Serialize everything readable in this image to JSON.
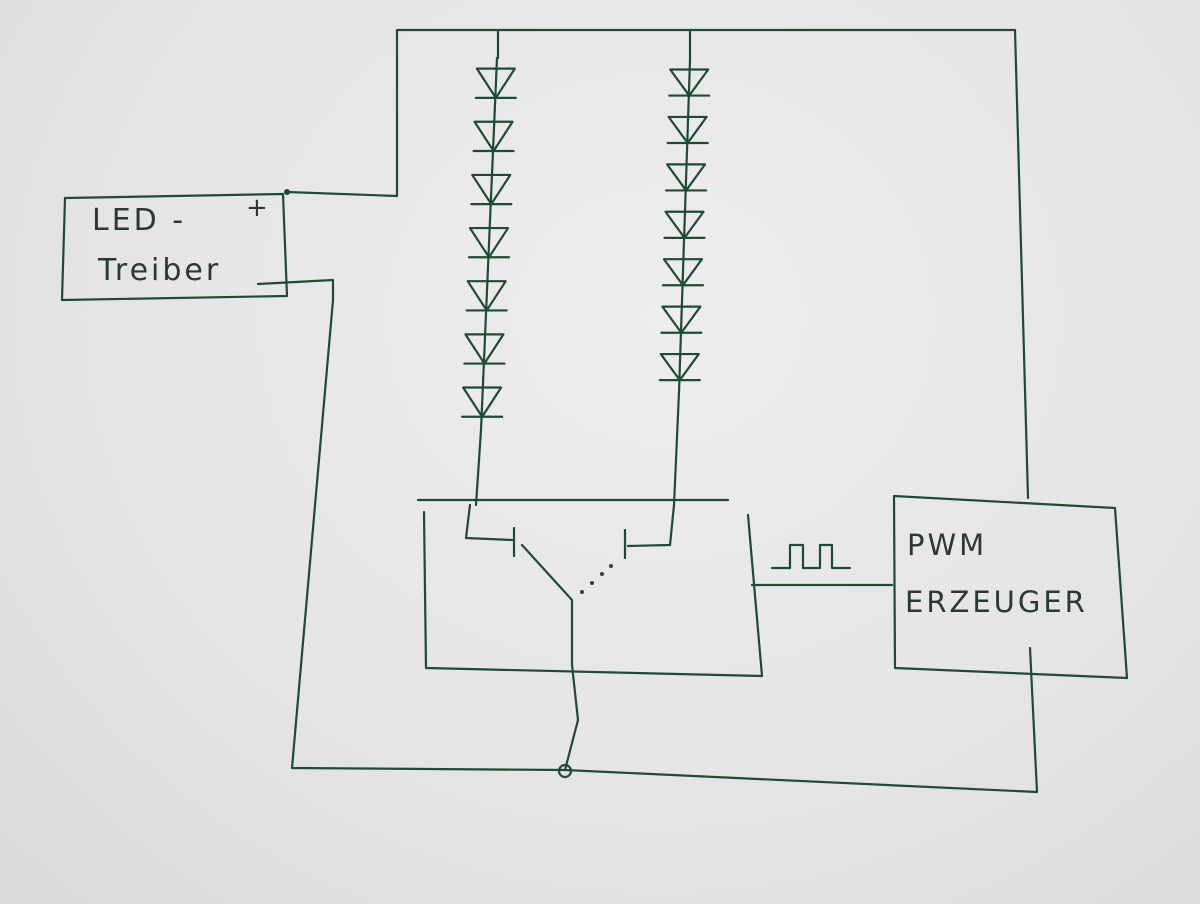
{
  "driver": {
    "line1": "LED -",
    "line2": "Treiber",
    "plus": "+",
    "minus": "-"
  },
  "pwm": {
    "line1": "PWM",
    "line2": "ERZEUGER"
  },
  "colors": {
    "ink": "#1f4a33",
    "paper": "#e8e8e8"
  },
  "strings": {
    "left_count": 7,
    "right_count": 7
  }
}
